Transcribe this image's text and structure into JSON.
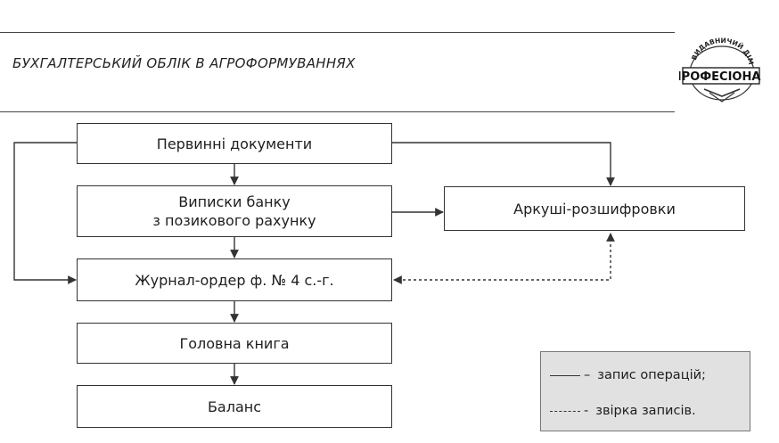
{
  "header": {
    "title": "БУХГАЛТЕРСЬКИЙ ОБЛІК В  АГРОФОРМУВАННЯХ",
    "logo_text": "ПРОФЕСІОНАЛ",
    "logo_arc_text": "ВИДАВНИЧИЙ ДІМ"
  },
  "diagram": {
    "nodes": {
      "primary_docs": "Первинні документи",
      "bank_statements_line1": "Виписки банку",
      "bank_statements_line2": "з позикового рахунку",
      "journal_order": "Журнал-ордер ф. № 4 с.-г.",
      "general_ledger": "Головна книга",
      "balance": "Баланс",
      "decoding_sheets": "Аркуші-розшифровки"
    }
  },
  "legend": {
    "solid_label": "запис операцій;",
    "dashed_label": "звірка записів.",
    "solid_dash": "–",
    "dashed_dash": "-"
  }
}
